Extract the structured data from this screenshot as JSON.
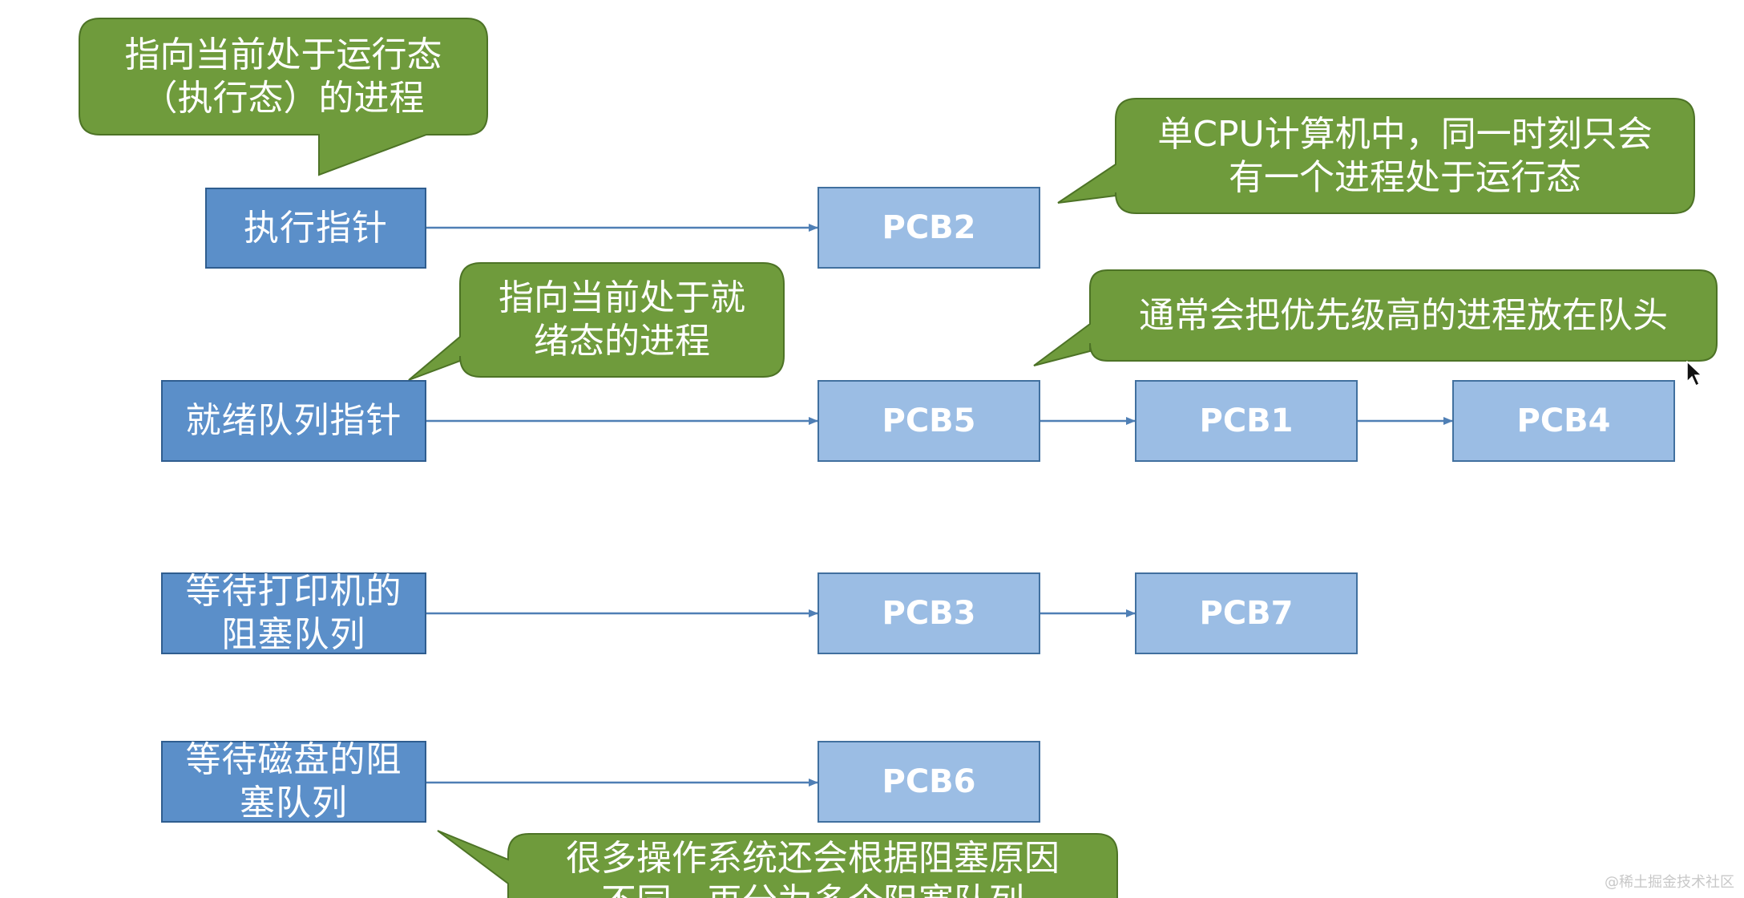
{
  "pointers": {
    "exec": "执行指针",
    "ready": "就绪队列指针",
    "printer_blocked": [
      "等待打印机的",
      "阻塞队列"
    ],
    "disk_blocked": [
      "等待磁盘的阻",
      "塞队列"
    ]
  },
  "pcbs": {
    "pcb2": "PCB2",
    "pcb5": "PCB5",
    "pcb1": "PCB1",
    "pcb4": "PCB4",
    "pcb3": "PCB3",
    "pcb7": "PCB7",
    "pcb6": "PCB6"
  },
  "callouts": {
    "exec_note": [
      "指向当前处于运行态",
      "（执行态）的进程"
    ],
    "single_cpu_note": [
      "单CPU计算机中，同一时刻只会",
      "有一个进程处于运行态"
    ],
    "ready_note": [
      "指向当前处于就",
      "绪态的进程"
    ],
    "priority_note": "通常会把优先级高的进程放在队头",
    "blocked_note": [
      "很多操作系统还会根据阻塞原因",
      "不同，再分为多个阻塞队列"
    ]
  },
  "watermark": "@稀土掘金技术社区",
  "colors": {
    "pointer_fill": "#5b8fc9",
    "pcb_fill": "#9bbde4",
    "callout_fill": "#6f9b3c",
    "arrow": "#4f7fb5"
  }
}
